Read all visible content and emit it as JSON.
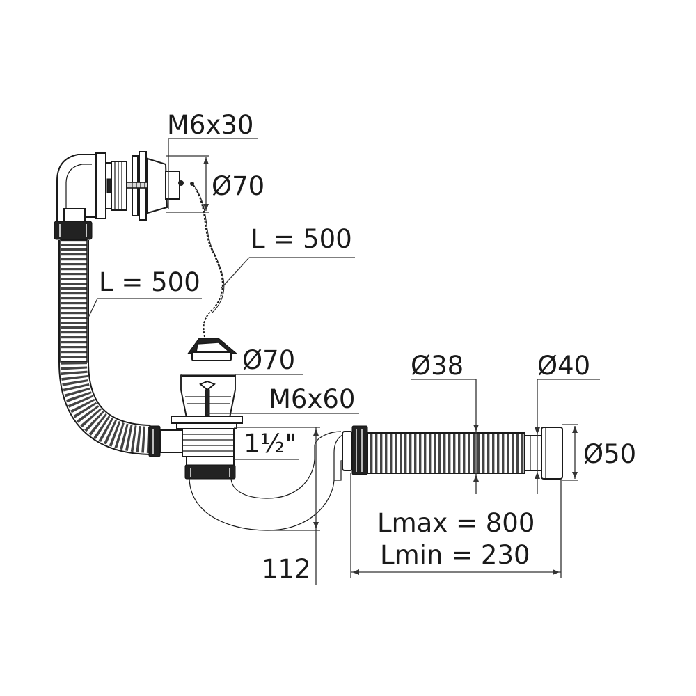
{
  "labels": {
    "overflow_bolt": "M6x30",
    "overflow_diameter": "Ø70",
    "chain_length": "L = 500",
    "hose_length": "L = 500",
    "plug_diameter": "Ø70",
    "drain_bolt": "M6x60",
    "thread_size": "1½\"",
    "corrugated_diameter": "Ø38",
    "outlet_diameter_inner": "Ø40",
    "outlet_diameter_outer": "Ø50",
    "length_max": "Lmax = 800",
    "length_min": "Lmin = 230",
    "trap_height": "112"
  },
  "colors": {
    "line": "#1a1a1a",
    "hose_fill": "#4a4a4a",
    "metal": "#d9d9d9"
  }
}
